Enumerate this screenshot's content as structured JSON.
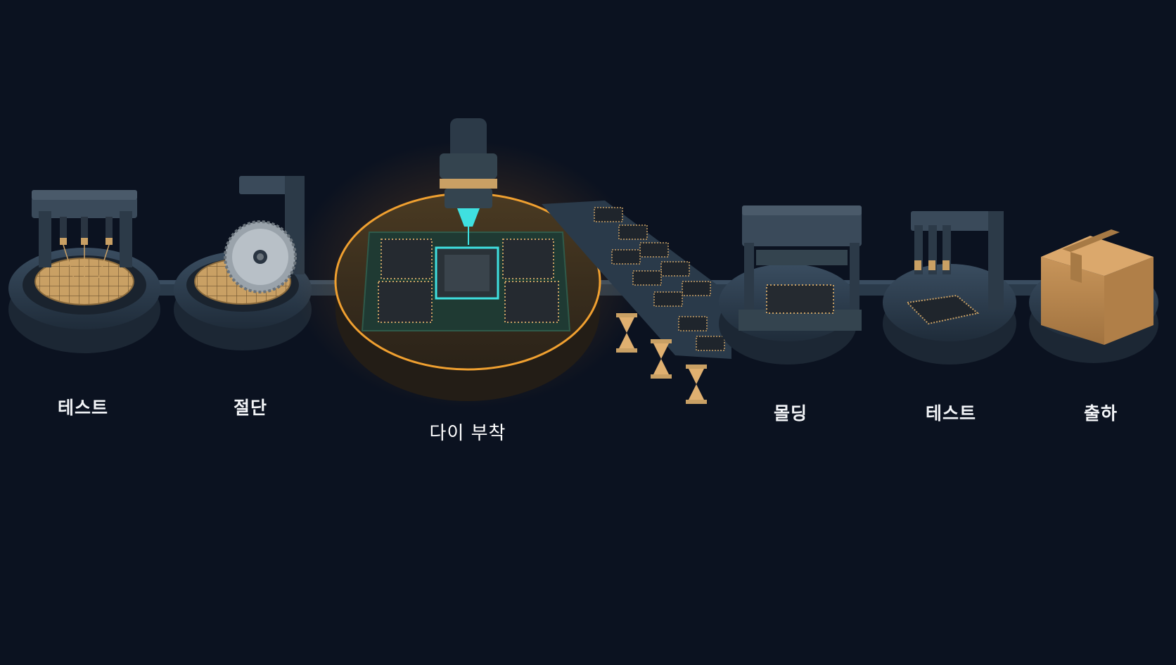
{
  "process": {
    "steps": [
      {
        "id": "test-1",
        "label": "테스트",
        "icon": "probe-station-icon"
      },
      {
        "id": "dicing",
        "label": "절단",
        "icon": "dicing-saw-icon"
      },
      {
        "id": "die-attach",
        "label": "다이 부착",
        "icon": "die-attach-nozzle-icon",
        "active": true
      },
      {
        "id": "molding",
        "label": "몰딩",
        "icon": "mold-press-icon"
      },
      {
        "id": "test-2",
        "label": "테스트",
        "icon": "chip-probe-icon"
      },
      {
        "id": "shipping",
        "label": "출하",
        "icon": "shipping-box-icon"
      }
    ],
    "wait_indicator": {
      "icon": "hourglass-icon",
      "count": 3
    }
  },
  "colors": {
    "background": "#0b1220",
    "platform": "#2d3d4d",
    "machine": "#3a4a5a",
    "wafer_gold": "#c9a064",
    "highlight": "#f0a030",
    "glow_cyan": "#3fe0e0",
    "box": "#c8955a"
  }
}
